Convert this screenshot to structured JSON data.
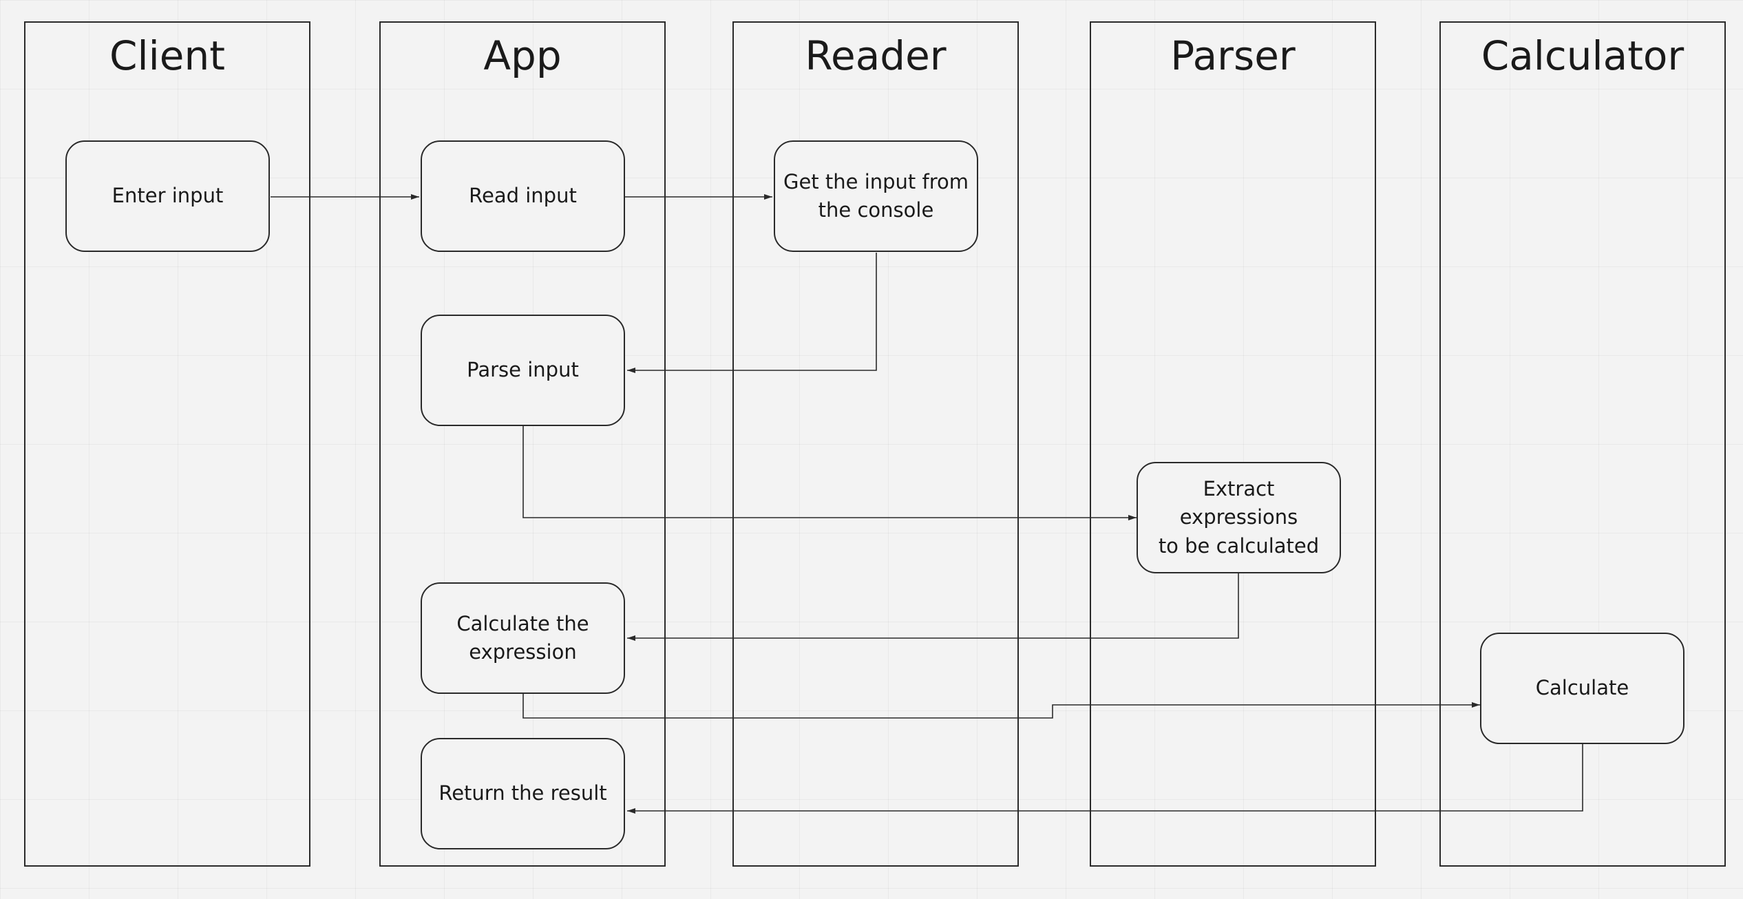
{
  "lanes": [
    {
      "id": "client",
      "title": "Client"
    },
    {
      "id": "app",
      "title": "App"
    },
    {
      "id": "reader",
      "title": "Reader"
    },
    {
      "id": "parser",
      "title": "Parser"
    },
    {
      "id": "calculator",
      "title": "Calculator"
    }
  ],
  "nodes": {
    "enter_input": "Enter input",
    "read_input": "Read input",
    "get_input": "Get the input from\nthe console",
    "parse_input": "Parse input",
    "extract_expressions": "Extract expressions\nto be calculated",
    "calculate_expression": "Calculate the\nexpression",
    "calculate": "Calculate",
    "return_result": "Return the result"
  },
  "edges": [
    {
      "from": "enter_input",
      "to": "read_input"
    },
    {
      "from": "read_input",
      "to": "get_input"
    },
    {
      "from": "get_input",
      "to": "parse_input"
    },
    {
      "from": "parse_input",
      "to": "extract_expressions"
    },
    {
      "from": "extract_expressions",
      "to": "calculate_expression"
    },
    {
      "from": "calculate_expression",
      "to": "calculate"
    },
    {
      "from": "calculate",
      "to": "return_result"
    }
  ],
  "colors": {
    "background": "#f3f3f3",
    "stroke": "#2a2a2a",
    "text": "#1a1a1a"
  }
}
